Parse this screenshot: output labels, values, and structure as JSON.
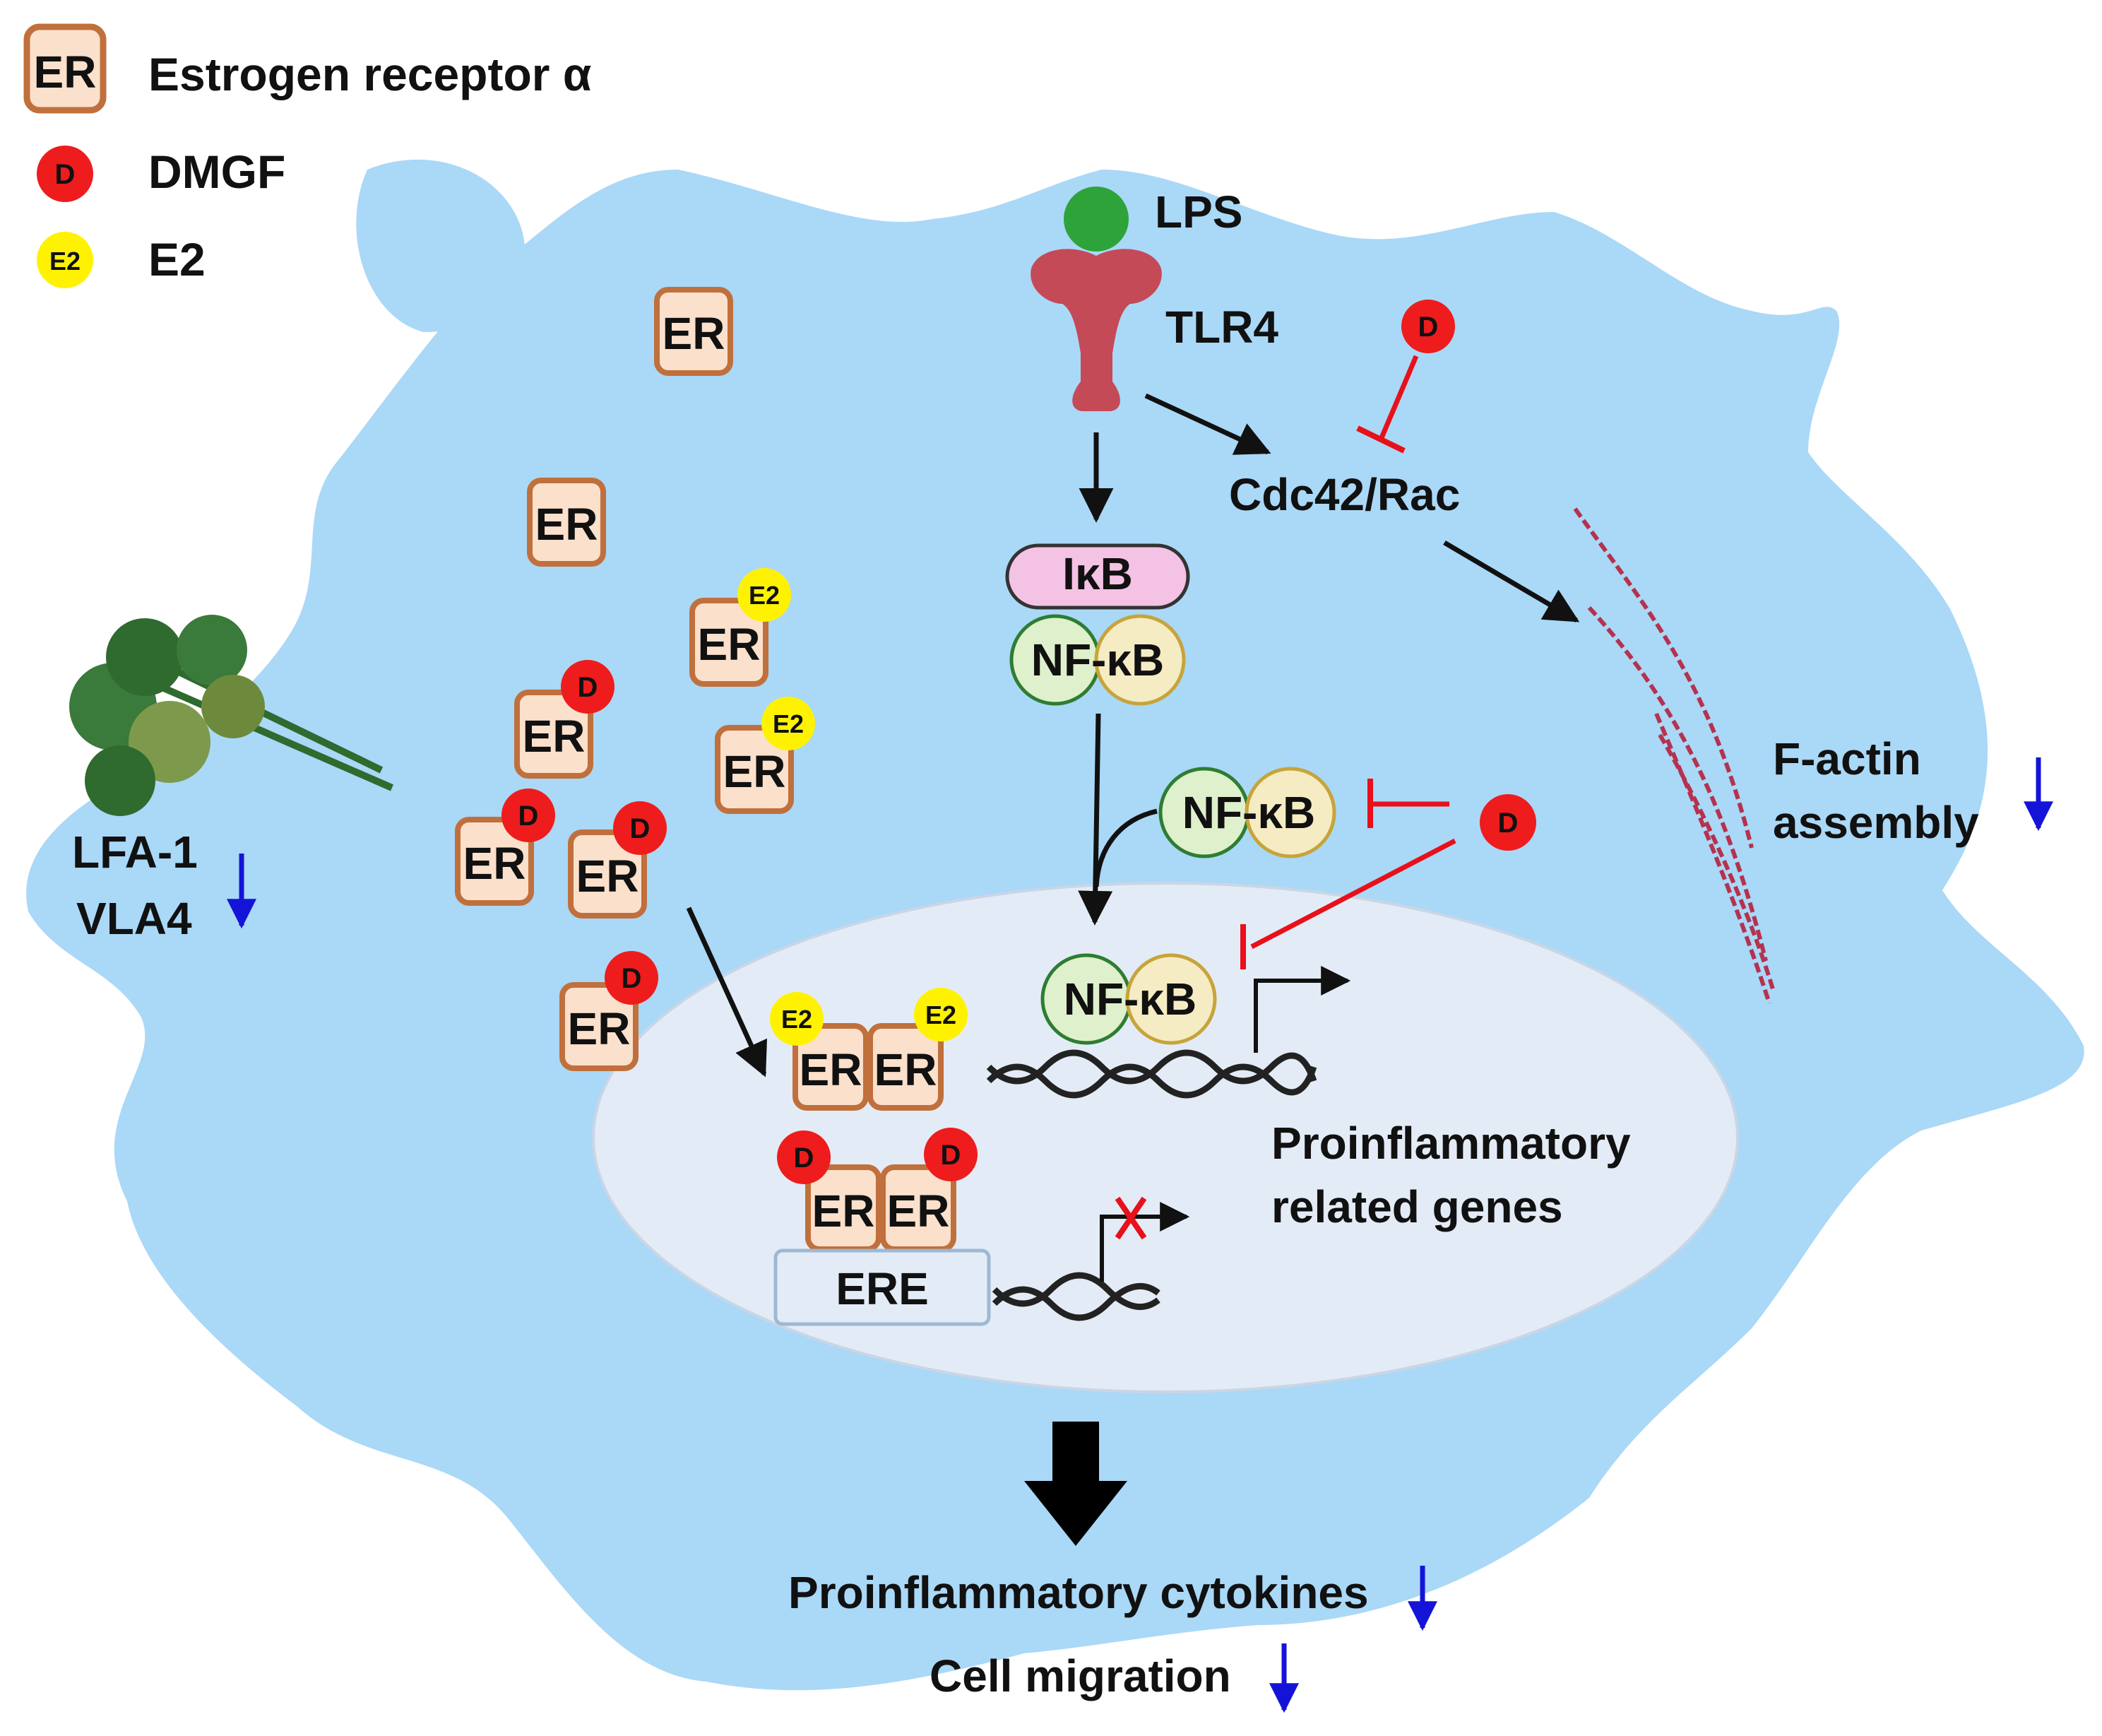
{
  "legend": {
    "items": [
      {
        "symbol": "ER",
        "label": "Estrogen receptor α"
      },
      {
        "symbol": "D",
        "label": "DMGF"
      },
      {
        "symbol": "E2",
        "label": "E2"
      }
    ]
  },
  "receptor": {
    "ligand": "LPS",
    "name": "TLR4"
  },
  "signaling": {
    "cdc42": "Cdc42/Rac",
    "ikb": "IκB",
    "nfkb": "NF-κB"
  },
  "nucleus": {
    "ere": "ERE",
    "genes_line1": "Proinflammatory",
    "genes_line2": "related genes"
  },
  "outcomes": {
    "factin_line1": "F-actin",
    "factin_line2": "assembly",
    "integrin_1": "LFA-1",
    "integrin_2": "VLA4",
    "cytokines": "Proinflammatory cytokines",
    "migration": "Cell migration"
  },
  "symbols": {
    "er": "ER",
    "d": "D",
    "e2": "E2"
  },
  "colors": {
    "cell": "#aad8f7",
    "nucleus": "#e3ecf6",
    "er_fill": "#fbe0cc",
    "er_border": "#c0703c",
    "dmgf": "#ee1c1c",
    "e2": "#fff200",
    "lps": "#2ea33a",
    "tlr4": "#c44a57",
    "ikb": "#f4c2e4",
    "nfkb_left": "#dff0cc",
    "nfkb_right": "#f5ecc4",
    "inhibit": "#e8101a",
    "decrease_arrow": "#1414d8",
    "factin": "#b5324f"
  }
}
